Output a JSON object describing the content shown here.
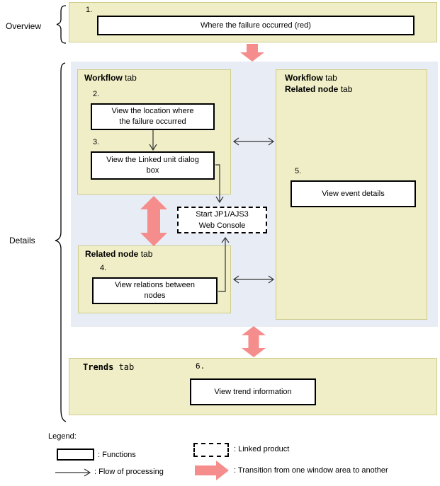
{
  "overview": {
    "label": "Overview",
    "step": "1.",
    "box": "Where the failure occurred (red)"
  },
  "details": {
    "label": "Details",
    "workflow_panel": {
      "title_bold": "Workflow",
      "title_tab": " tab",
      "step2": "2.",
      "box2_lines": [
        "View the location where",
        "the failure occurred"
      ],
      "step3": "3.",
      "box3_lines": [
        "View the Linked unit dialog",
        "box"
      ]
    },
    "right_panel": {
      "title_line1_bold": "Workflow",
      "title_line1_tab": " tab",
      "title_line2_bold": "Related node",
      "title_line2_tab": " tab",
      "step5": "5.",
      "box5": "View event details"
    },
    "linked_product_box": {
      "line1": "Start JP1/AJS3",
      "line2": "Web Console"
    },
    "related_panel": {
      "title_bold": "Related node",
      "title_tab": " tab",
      "step4": "4.",
      "box4_lines": [
        "View relations between",
        "nodes"
      ]
    }
  },
  "trends_panel": {
    "title_bold": "Trends",
    "title_tab": " tab",
    "step6": "6.",
    "box6": "View trend information"
  },
  "legend": {
    "title": "Legend:",
    "functions_label": ": Functions",
    "flow_label": ": Flow of processing",
    "linked_label": ": Linked product",
    "transition_label": ": Transition from one window area to another"
  },
  "colors": {
    "panel_yellow": "#efeec6",
    "panel_border": "#d0cd8c",
    "details_background": "#e8edf5",
    "transition_pink": "#f58d8d",
    "box_border": "#000000"
  }
}
